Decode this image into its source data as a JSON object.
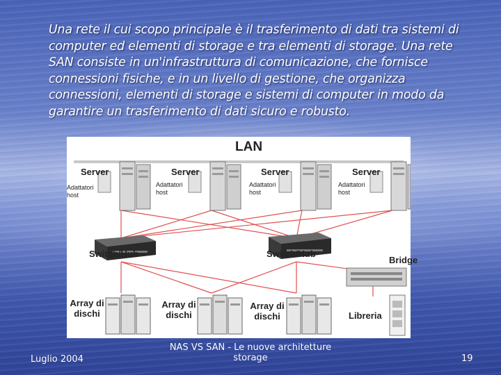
{
  "slide": {
    "body_text": "Una rete il cui scopo principale è il trasferimento di dati tra sistemi di computer ed elementi di storage e tra elementi di storage. Una rete SAN consiste in un'infrastruttura di comunicazione, che fornisce connessioni fisiche, e in un livello di gestione, che organizza connessioni, elementi di storage e sistemi di computer in modo da garantire un trasferimento di dati sicuro e robusto.",
    "diagram": {
      "lan": "LAN",
      "servers": [
        "Server",
        "Server",
        "Server",
        "Server"
      ],
      "host_adapters": [
        "Adattatori host",
        "Adattatori host",
        "Adattatori host",
        "Adattatori host"
      ],
      "switches": [
        "Switch/Hub",
        "Switch/Hub"
      ],
      "bridge": "Bridge",
      "arrays": [
        "Array di dischi",
        "Array di dischi",
        "Array di dischi"
      ],
      "library": "Libreria"
    },
    "footer": {
      "date": "Luglio 2004",
      "title": "NAS VS SAN - Le nuove architetture storage",
      "page": "19"
    },
    "colors": {
      "lan_line": "#c8c8c8",
      "san_links": "#e05050",
      "text": "#ffffff"
    }
  }
}
